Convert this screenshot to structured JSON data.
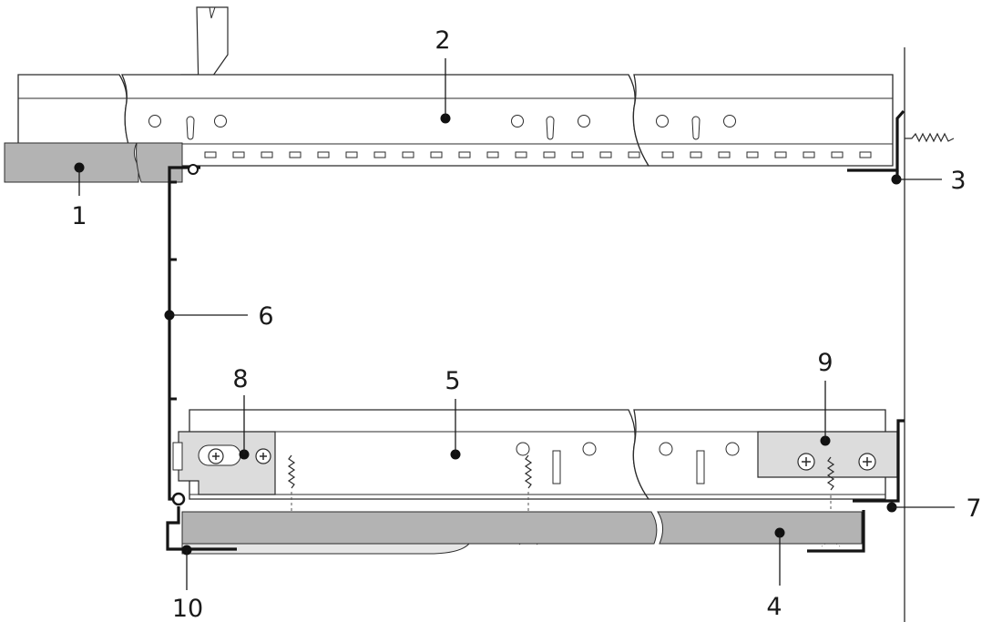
{
  "callouts": {
    "c1": "1",
    "c2": "2",
    "c3": "3",
    "c4": "4",
    "c5": "5",
    "c6": "6",
    "c7": "7",
    "c8": "8",
    "c9": "9",
    "c10": "10"
  },
  "colors": {
    "tile_fill": "#b3b3b3",
    "bracket_fill": "#dcdcdc",
    "line": "#1a1a1a"
  }
}
